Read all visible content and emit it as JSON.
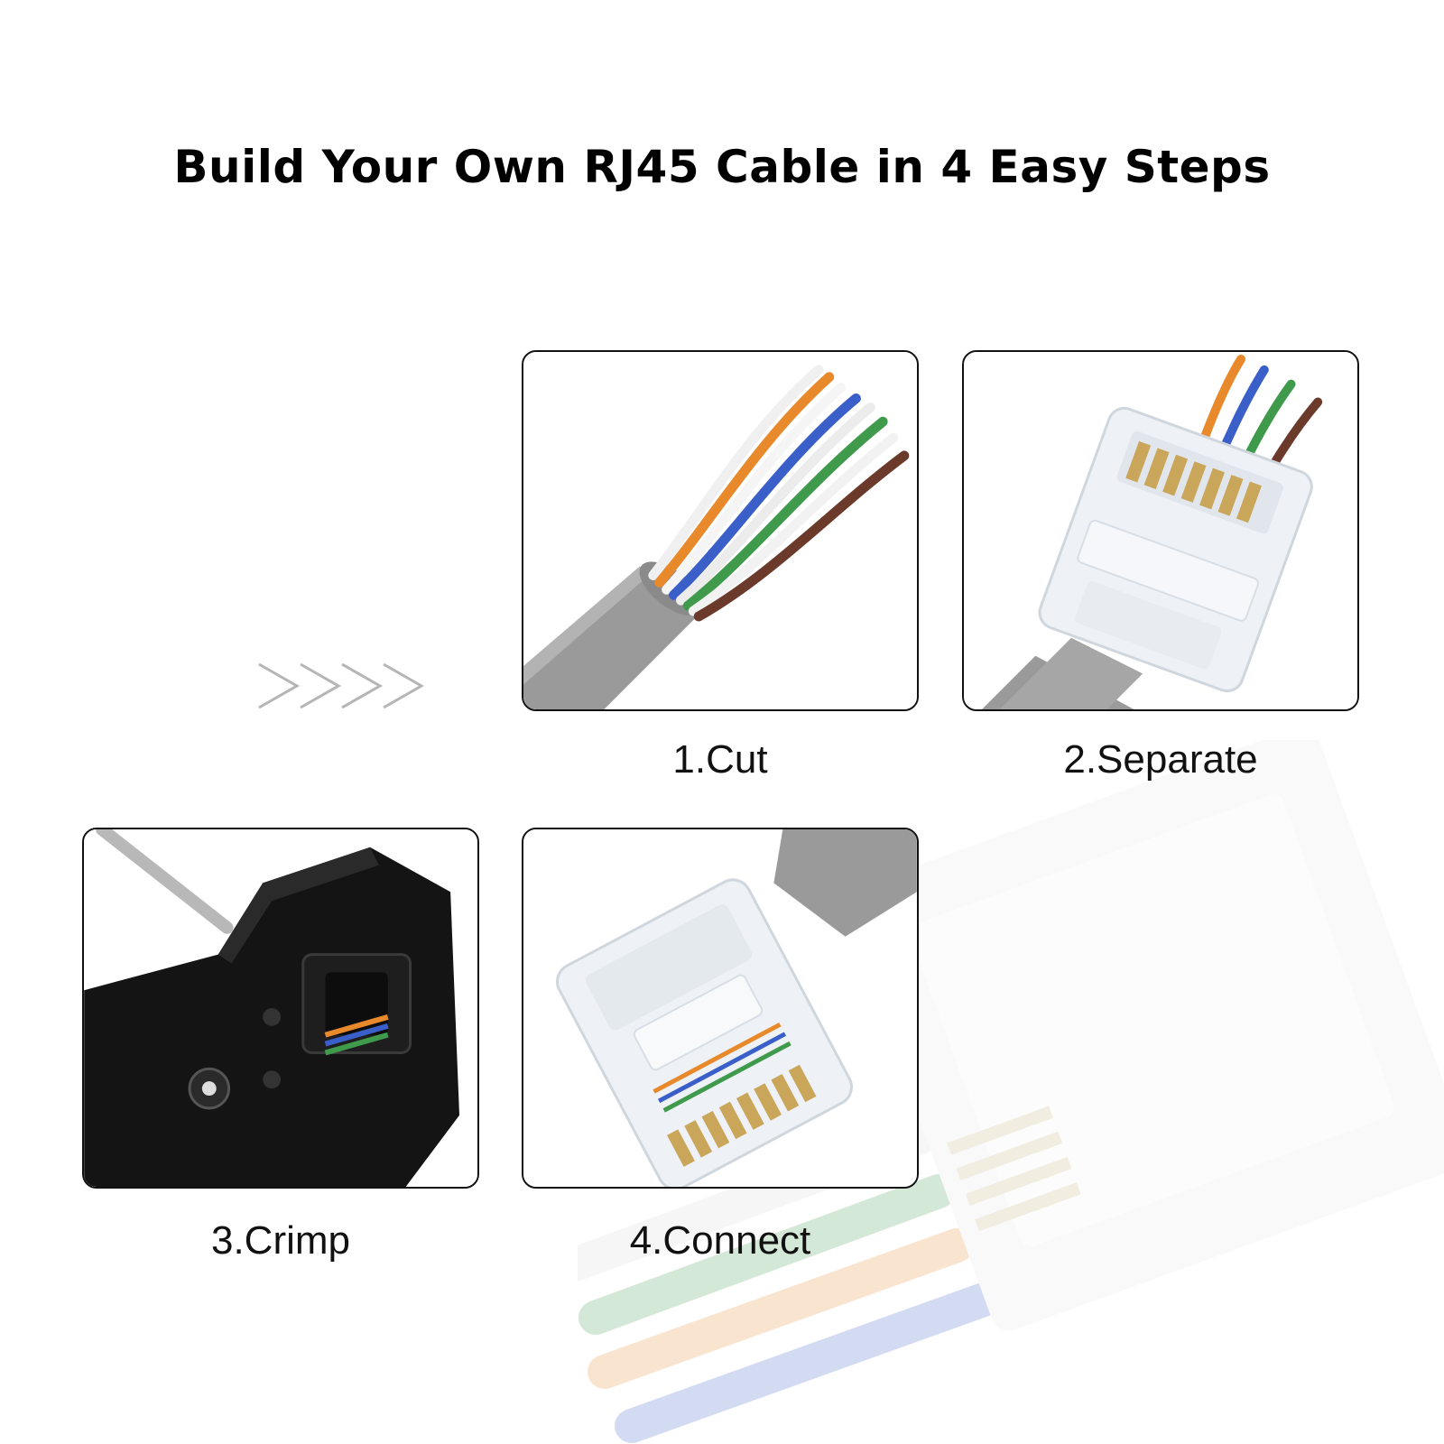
{
  "title": "Build Your Own RJ45 Cable in 4 Easy Steps",
  "steps": [
    {
      "label": "1.Cut"
    },
    {
      "label": "2.Separate"
    },
    {
      "label": "3.Crimp"
    },
    {
      "label": "4.Connect"
    }
  ],
  "colors": {
    "jacket": "#9a9a9a",
    "wire_orange": "#e8892b",
    "wire_blue": "#3a5fc8",
    "wire_green": "#3f9a4c",
    "wire_brown": "#6b3a2a",
    "tool_body": "#141414"
  },
  "icons": [
    "chevron-right-icon"
  ]
}
